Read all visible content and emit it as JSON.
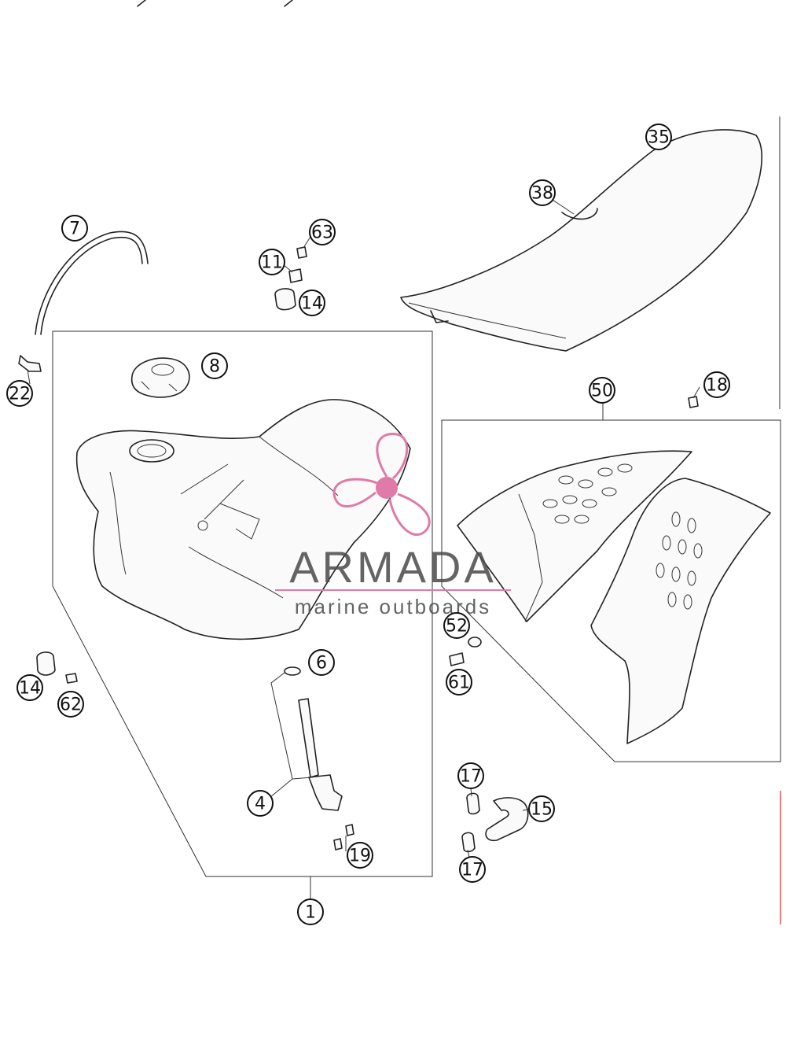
{
  "callouts": [
    {
      "label": "35"
    },
    {
      "label": "38"
    },
    {
      "label": "7"
    },
    {
      "label": "63"
    },
    {
      "label": "11"
    },
    {
      "label": "14"
    },
    {
      "label": "8"
    },
    {
      "label": "22"
    },
    {
      "label": "50"
    },
    {
      "label": "18"
    },
    {
      "label": "6"
    },
    {
      "label": "14"
    },
    {
      "label": "62"
    },
    {
      "label": "52"
    },
    {
      "label": "61"
    },
    {
      "label": "4"
    },
    {
      "label": "17"
    },
    {
      "label": "15"
    },
    {
      "label": "19"
    },
    {
      "label": "17"
    },
    {
      "label": "1"
    }
  ],
  "watermark": {
    "brand": "ARMADA",
    "tagline": "marine outboards",
    "accent_color": "#e07aa8"
  },
  "colors": {
    "line": "#222222",
    "background": "#ffffff"
  }
}
